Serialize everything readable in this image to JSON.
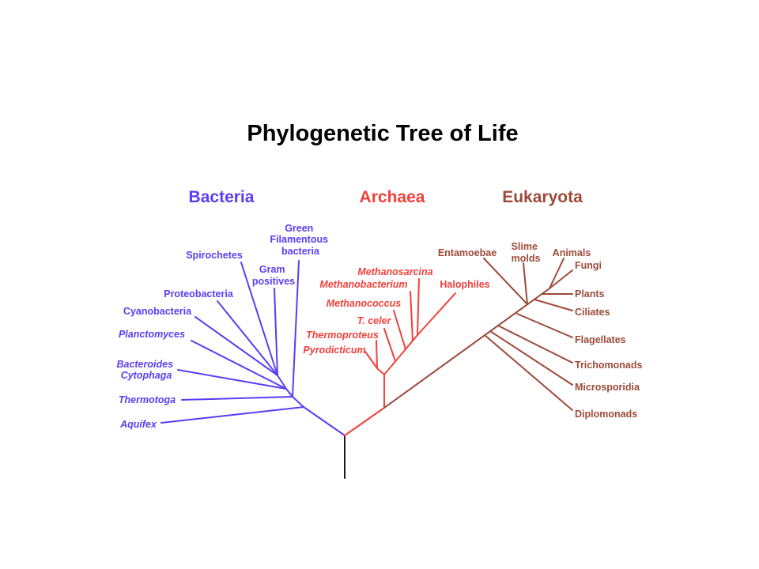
{
  "title": "Phylogenetic Tree of Life",
  "colors": {
    "bacteria": "#5b3cf5",
    "archaea": "#f2403a",
    "eukaryota": "#9c4a3a",
    "root": "#1a1a1a"
  },
  "domains": {
    "bacteria": "Bacteria",
    "archaea": "Archaea",
    "eukaryota": "Eukaryota"
  },
  "bacteria": {
    "green_filamentous": [
      "Green",
      "Filamentous",
      "bacteria"
    ],
    "spirochetes": "Spirochetes",
    "gram_positives": [
      "Gram",
      "positives"
    ],
    "proteobacteria": "Proteobacteria",
    "cyanobacteria": "Cyanobacteria",
    "planctomyces": "Planctomyces",
    "bacteroides": [
      "Bacteroides",
      "Cytophaga"
    ],
    "thermotoga": "Thermotoga",
    "aquifex": "Aquifex"
  },
  "archaea": {
    "methanosarcina": "Methanosarcina",
    "methanobacterium": "Methanobacterium",
    "halophiles": "Halophiles",
    "methanococcus": "Methanococcus",
    "t_celer": "T. celer",
    "thermoproteus": "Thermoproteus",
    "pyrodicticum": "Pyrodicticum"
  },
  "eukaryota": {
    "entamoebae": "Entamoebae",
    "slime_molds": [
      "Slime",
      "molds"
    ],
    "animals": "Animals",
    "fungi": "Fungi",
    "plants": "Plants",
    "ciliates": "Ciliates",
    "flagellates": "Flagellates",
    "trichomonads": "Trichomonads",
    "microsporidia": "Microsporidia",
    "diplomonads": "Diplomonads"
  }
}
